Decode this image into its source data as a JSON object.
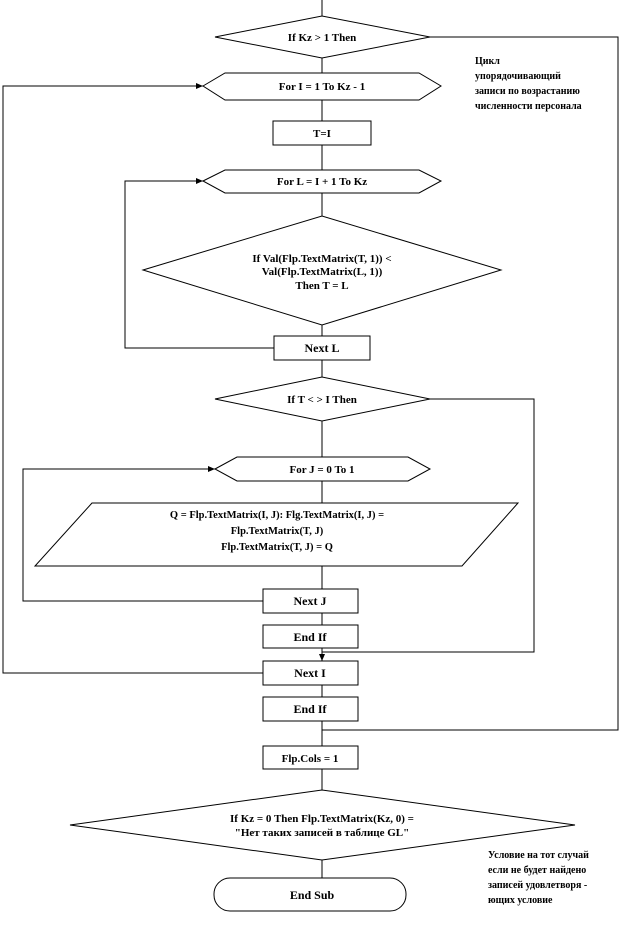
{
  "blocks": {
    "if_kz": "If Kz > 1 Then",
    "for_i": "For I = 1 To Kz - 1",
    "t_eq_i": "T=I",
    "for_l": "For L = I + 1 To Kz",
    "if_val": [
      "If Val(Flp.TextMatrix(T,   1)) <",
      "Val(Flp.TextMatrix(L,   1))",
      "Then  T = L"
    ],
    "next_l": "Next L",
    "if_t": "If T < > I Then",
    "for_j": "For J = 0 To 1",
    "swap": [
      "Q = Flp.TextMatrix(I,   J): Flg.TextMatrix(I,   J) =",
      "Flp.TextMatrix(T,   J)",
      "Flp.TextMatrix(T,   J) = Q"
    ],
    "next_j": "Next J",
    "end_if_1": "End If",
    "next_i": "Next I",
    "end_if_2": "End If",
    "flp_cols": "Flp.Cols = 1",
    "if_kz0": [
      "If Kz = 0 Then Flp.TextMatrix(Kz,   0) =",
      "\"Нет таких  записей в таблице GL\""
    ],
    "end_sub": "End Sub"
  },
  "notes": {
    "loop_note": [
      "Цикл",
      "упорядочивающий",
      "записи по возрастанию",
      "численности персонала"
    ],
    "cond_note": [
      "Условие на тот случай",
      "если не будет найдено",
      "записей удовлетворя -",
      "ющих условие"
    ]
  }
}
